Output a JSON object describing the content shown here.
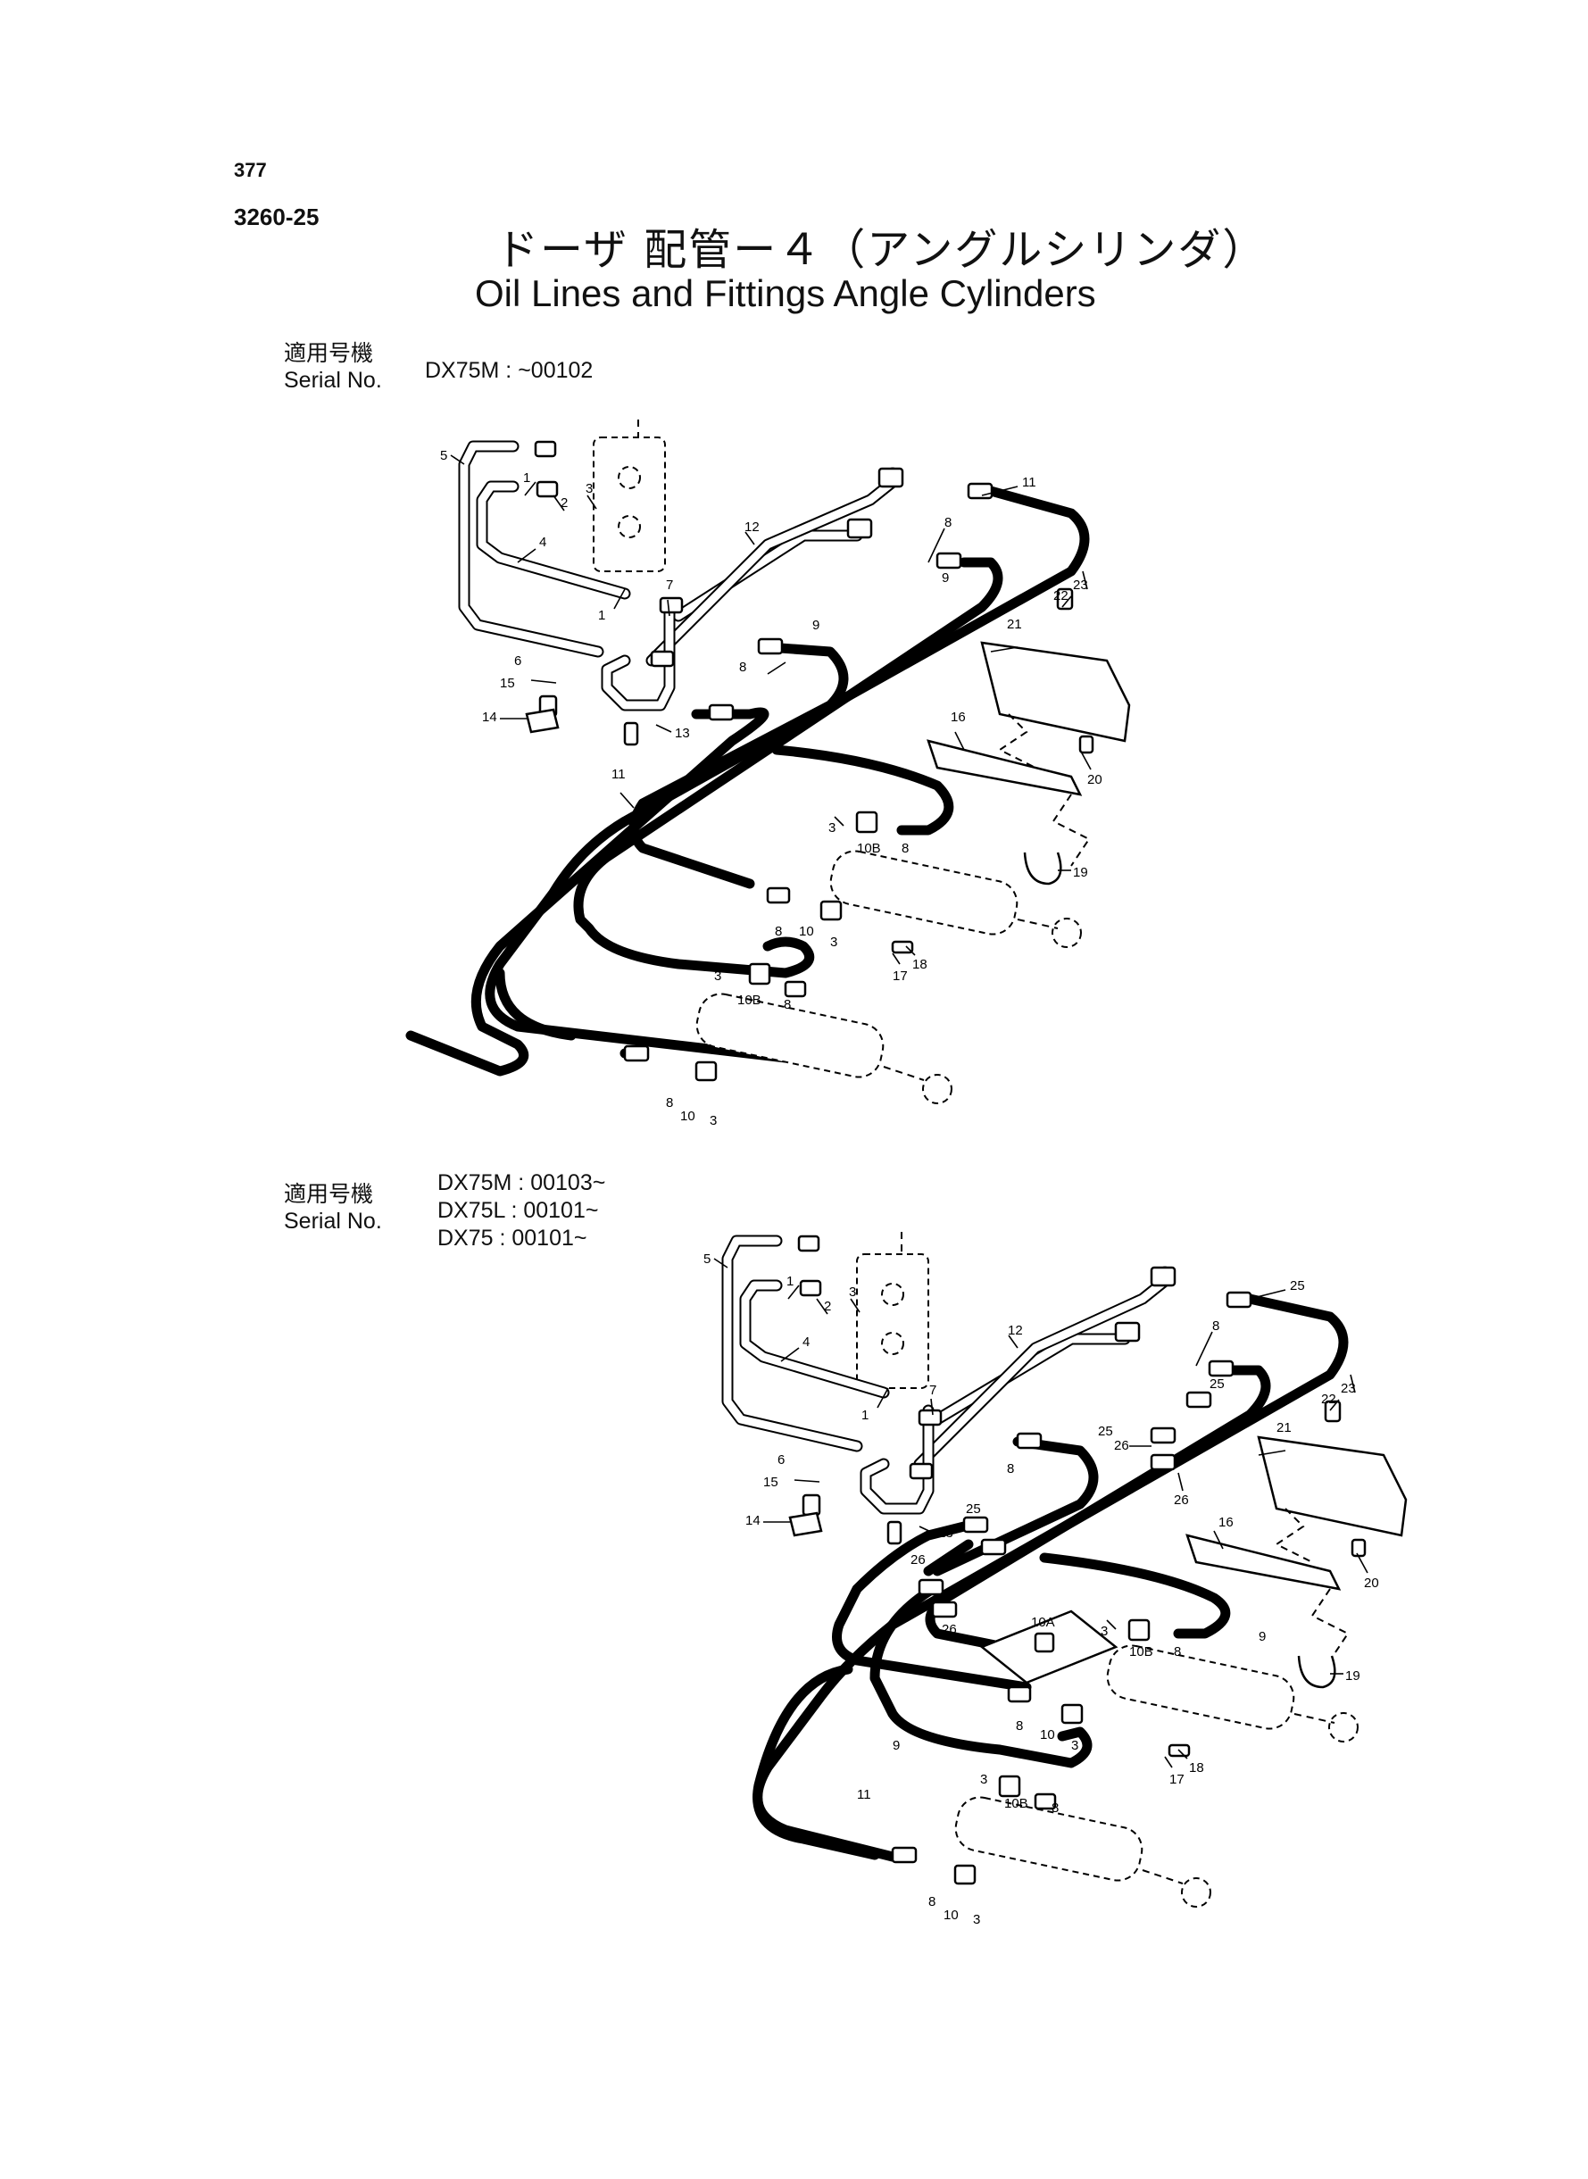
{
  "header": {
    "page_number": "377",
    "section_code": "3260-25",
    "title_jp": "ドーザ 配管ー４（アングルシリンダ）",
    "title_en": "Oil Lines and Fittings Angle Cylinders"
  },
  "section_top": {
    "label_jp": "適用号機",
    "label_en": "Serial No.",
    "models": [
      "DX75M : ~00102"
    ],
    "part_numbers": {
      "p1": "1",
      "p2": "2",
      "p3": "3",
      "p4": "4",
      "p5": "5",
      "p6": "6",
      "p7": "7",
      "p8": "8",
      "p9": "9",
      "p10": "10",
      "p10b": "10B",
      "p11": "11",
      "p12": "12",
      "p13": "13",
      "p14": "14",
      "p15": "15",
      "p16": "16",
      "p17": "17",
      "p18": "18",
      "p19": "19",
      "p20": "20",
      "p21": "21",
      "p22": "22",
      "p23": "23"
    }
  },
  "section_bottom": {
    "label_jp": "適用号機",
    "label_en": "Serial No.",
    "models": [
      "DX75M : 00103~",
      "DX75L : 00101~",
      "DX75 : 00101~"
    ],
    "part_numbers": {
      "p1": "1",
      "p2": "2",
      "p3": "3",
      "p4": "4",
      "p5": "5",
      "p6": "6",
      "p7": "7",
      "p8": "8",
      "p9": "9",
      "p10": "10",
      "p10a": "10A",
      "p10b": "10B",
      "p11": "11",
      "p12": "12",
      "p13": "13",
      "p14": "14",
      "p15": "15",
      "p16": "16",
      "p17": "17",
      "p18": "18",
      "p19": "19",
      "p20": "20",
      "p21": "21",
      "p22": "22",
      "p23": "23",
      "p25": "25",
      "p26": "26"
    }
  }
}
